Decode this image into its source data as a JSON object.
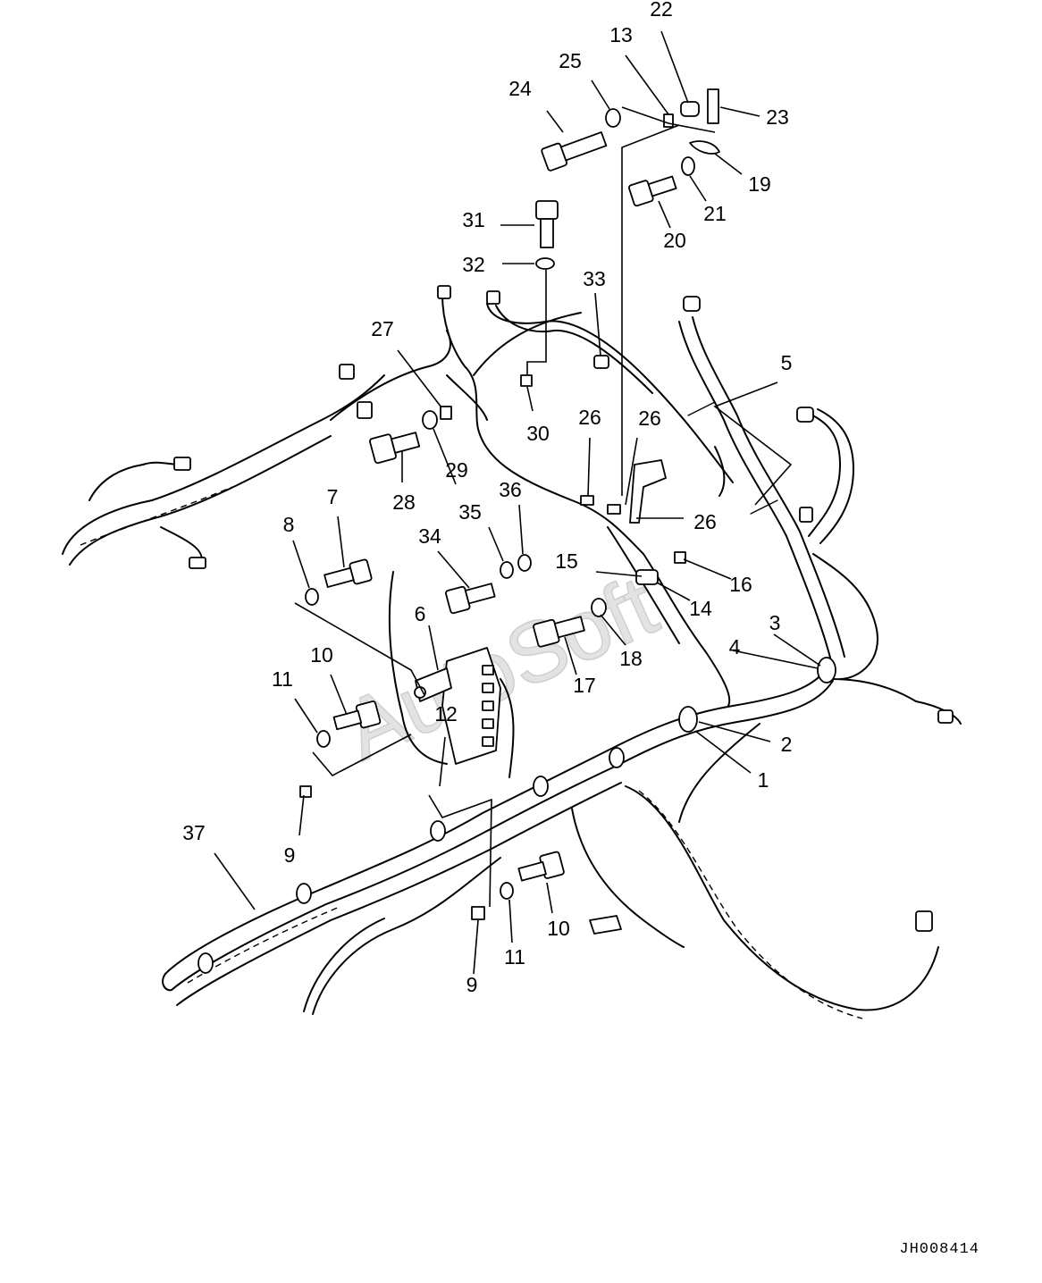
{
  "drawing_code": "JH008414",
  "watermark_text": "AutoSoft",
  "callouts": [
    {
      "id": "c22",
      "label": "22"
    },
    {
      "id": "c13",
      "label": "13"
    },
    {
      "id": "c25",
      "label": "25"
    },
    {
      "id": "c24",
      "label": "24"
    },
    {
      "id": "c23",
      "label": "23"
    },
    {
      "id": "c19",
      "label": "19"
    },
    {
      "id": "c21",
      "label": "21"
    },
    {
      "id": "c20",
      "label": "20"
    },
    {
      "id": "c31",
      "label": "31"
    },
    {
      "id": "c32",
      "label": "32"
    },
    {
      "id": "c33",
      "label": "33"
    },
    {
      "id": "c27",
      "label": "27"
    },
    {
      "id": "c30",
      "label": "30"
    },
    {
      "id": "c5",
      "label": "5"
    },
    {
      "id": "c26a",
      "label": "26"
    },
    {
      "id": "c26b",
      "label": "26"
    },
    {
      "id": "c26c",
      "label": "26"
    },
    {
      "id": "c29",
      "label": "29"
    },
    {
      "id": "c28",
      "label": "28"
    },
    {
      "id": "c7",
      "label": "7"
    },
    {
      "id": "c8",
      "label": "8"
    },
    {
      "id": "c36",
      "label": "36"
    },
    {
      "id": "c35",
      "label": "35"
    },
    {
      "id": "c34",
      "label": "34"
    },
    {
      "id": "c15",
      "label": "15"
    },
    {
      "id": "c16",
      "label": "16"
    },
    {
      "id": "c14",
      "label": "14"
    },
    {
      "id": "c6",
      "label": "6"
    },
    {
      "id": "c3",
      "label": "3"
    },
    {
      "id": "c4",
      "label": "4"
    },
    {
      "id": "c18",
      "label": "18"
    },
    {
      "id": "c10a",
      "label": "10"
    },
    {
      "id": "c17",
      "label": "17"
    },
    {
      "id": "c11a",
      "label": "11"
    },
    {
      "id": "c12",
      "label": "12"
    },
    {
      "id": "c2",
      "label": "2"
    },
    {
      "id": "c1",
      "label": "1"
    },
    {
      "id": "c37",
      "label": "37"
    },
    {
      "id": "c9a",
      "label": "9"
    },
    {
      "id": "c10b",
      "label": "10"
    },
    {
      "id": "c11b",
      "label": "11"
    },
    {
      "id": "c9b",
      "label": "9"
    }
  ]
}
